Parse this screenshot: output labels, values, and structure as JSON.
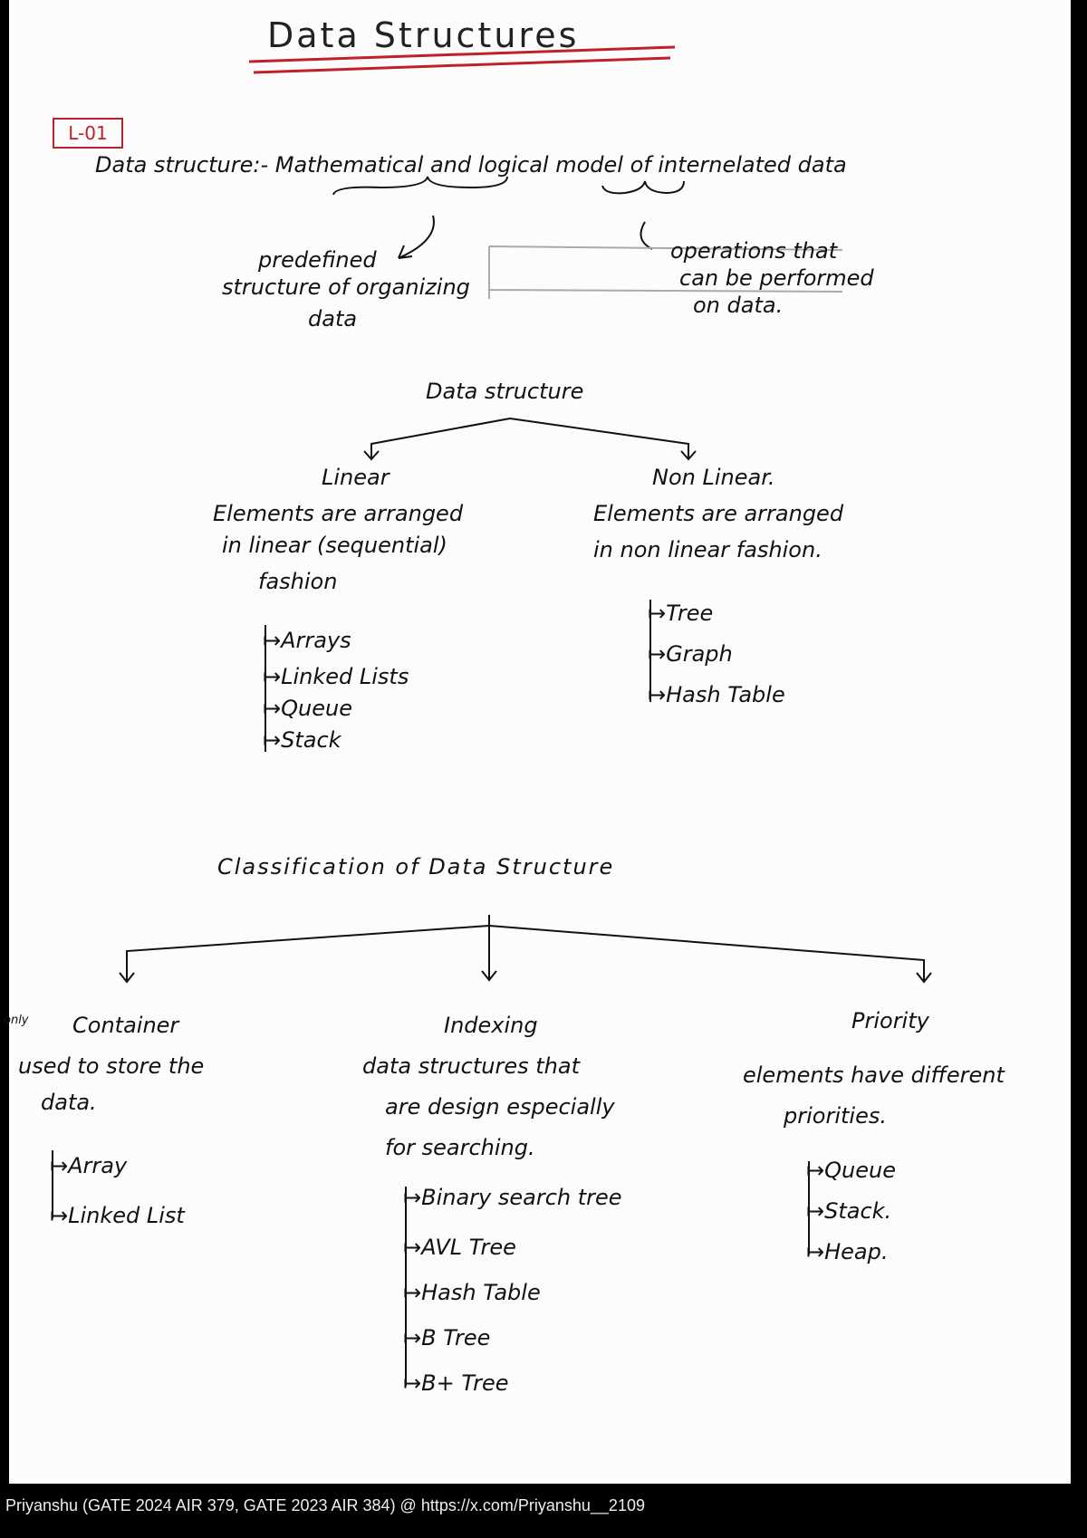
{
  "title": "Data Structures",
  "lecture_badge": "L-01",
  "definition": {
    "label": "Data structure:-",
    "text_parts": [
      "Mathematical",
      "and",
      "logical",
      "model of internelated data"
    ],
    "left_note": [
      "predefined",
      "structure of organizing",
      "data"
    ],
    "right_note": [
      "operations that",
      "can be performed",
      "on data."
    ]
  },
  "tree1": {
    "root": "Data structure",
    "linear": {
      "heading": "Linear",
      "desc": [
        "Elements are arranged",
        "in linear (sequential)",
        "fashion"
      ],
      "items": [
        "Arrays",
        "Linked Lists",
        "Queue",
        "Stack"
      ]
    },
    "nonlinear": {
      "heading": "Non Linear.",
      "desc": [
        "Elements are arranged",
        "in non linear fashion."
      ],
      "items": [
        "Tree",
        "Graph",
        "Hash Table"
      ]
    }
  },
  "tree2": {
    "root": "Classification of Data Structure",
    "container": {
      "margin_note": "only",
      "heading": "Container",
      "desc": [
        "used to store the",
        "data."
      ],
      "items": [
        "Array",
        "Linked List"
      ]
    },
    "indexing": {
      "heading": "Indexing",
      "desc": [
        "data structures that",
        "are design especially",
        "for searching."
      ],
      "items": [
        "Binary search tree",
        "AVL Tree",
        "Hash Table",
        "B Tree",
        "B+ Tree"
      ]
    },
    "priority": {
      "heading": "Priority",
      "desc": [
        "elements have different",
        "priorities."
      ],
      "items": [
        "Queue",
        "Stack.",
        "Heap."
      ]
    }
  },
  "footer": "Priyanshu (GATE 2024 AIR 379, GATE 2023 AIR 384) @ https://x.com/Priyanshu__2109",
  "colors": {
    "accent": "#c0202a",
    "ink": "#111111"
  }
}
